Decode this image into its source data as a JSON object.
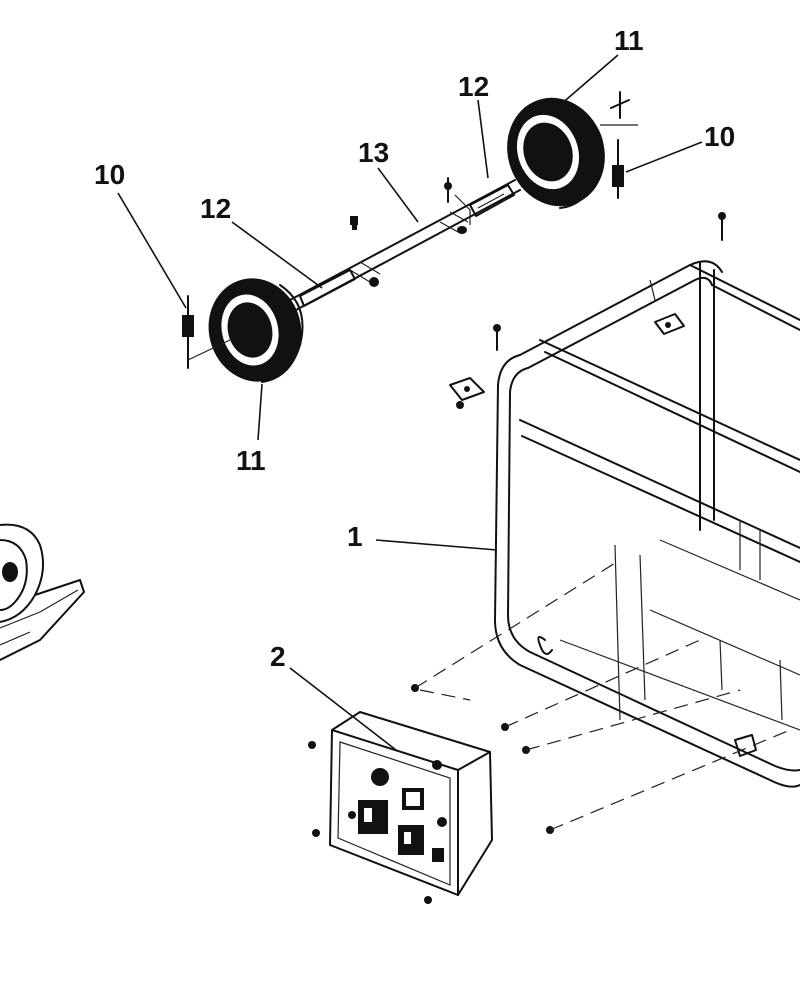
{
  "callouts": [
    {
      "id": "c10a",
      "text": "10"
    },
    {
      "id": "c12a",
      "text": "12"
    },
    {
      "id": "c13",
      "text": "13"
    },
    {
      "id": "c12b",
      "text": "12"
    },
    {
      "id": "c11a",
      "text": "11"
    },
    {
      "id": "c10b",
      "text": "10"
    },
    {
      "id": "c11b",
      "text": "11"
    },
    {
      "id": "c1",
      "text": "1"
    },
    {
      "id": "c2",
      "text": "2"
    }
  ]
}
